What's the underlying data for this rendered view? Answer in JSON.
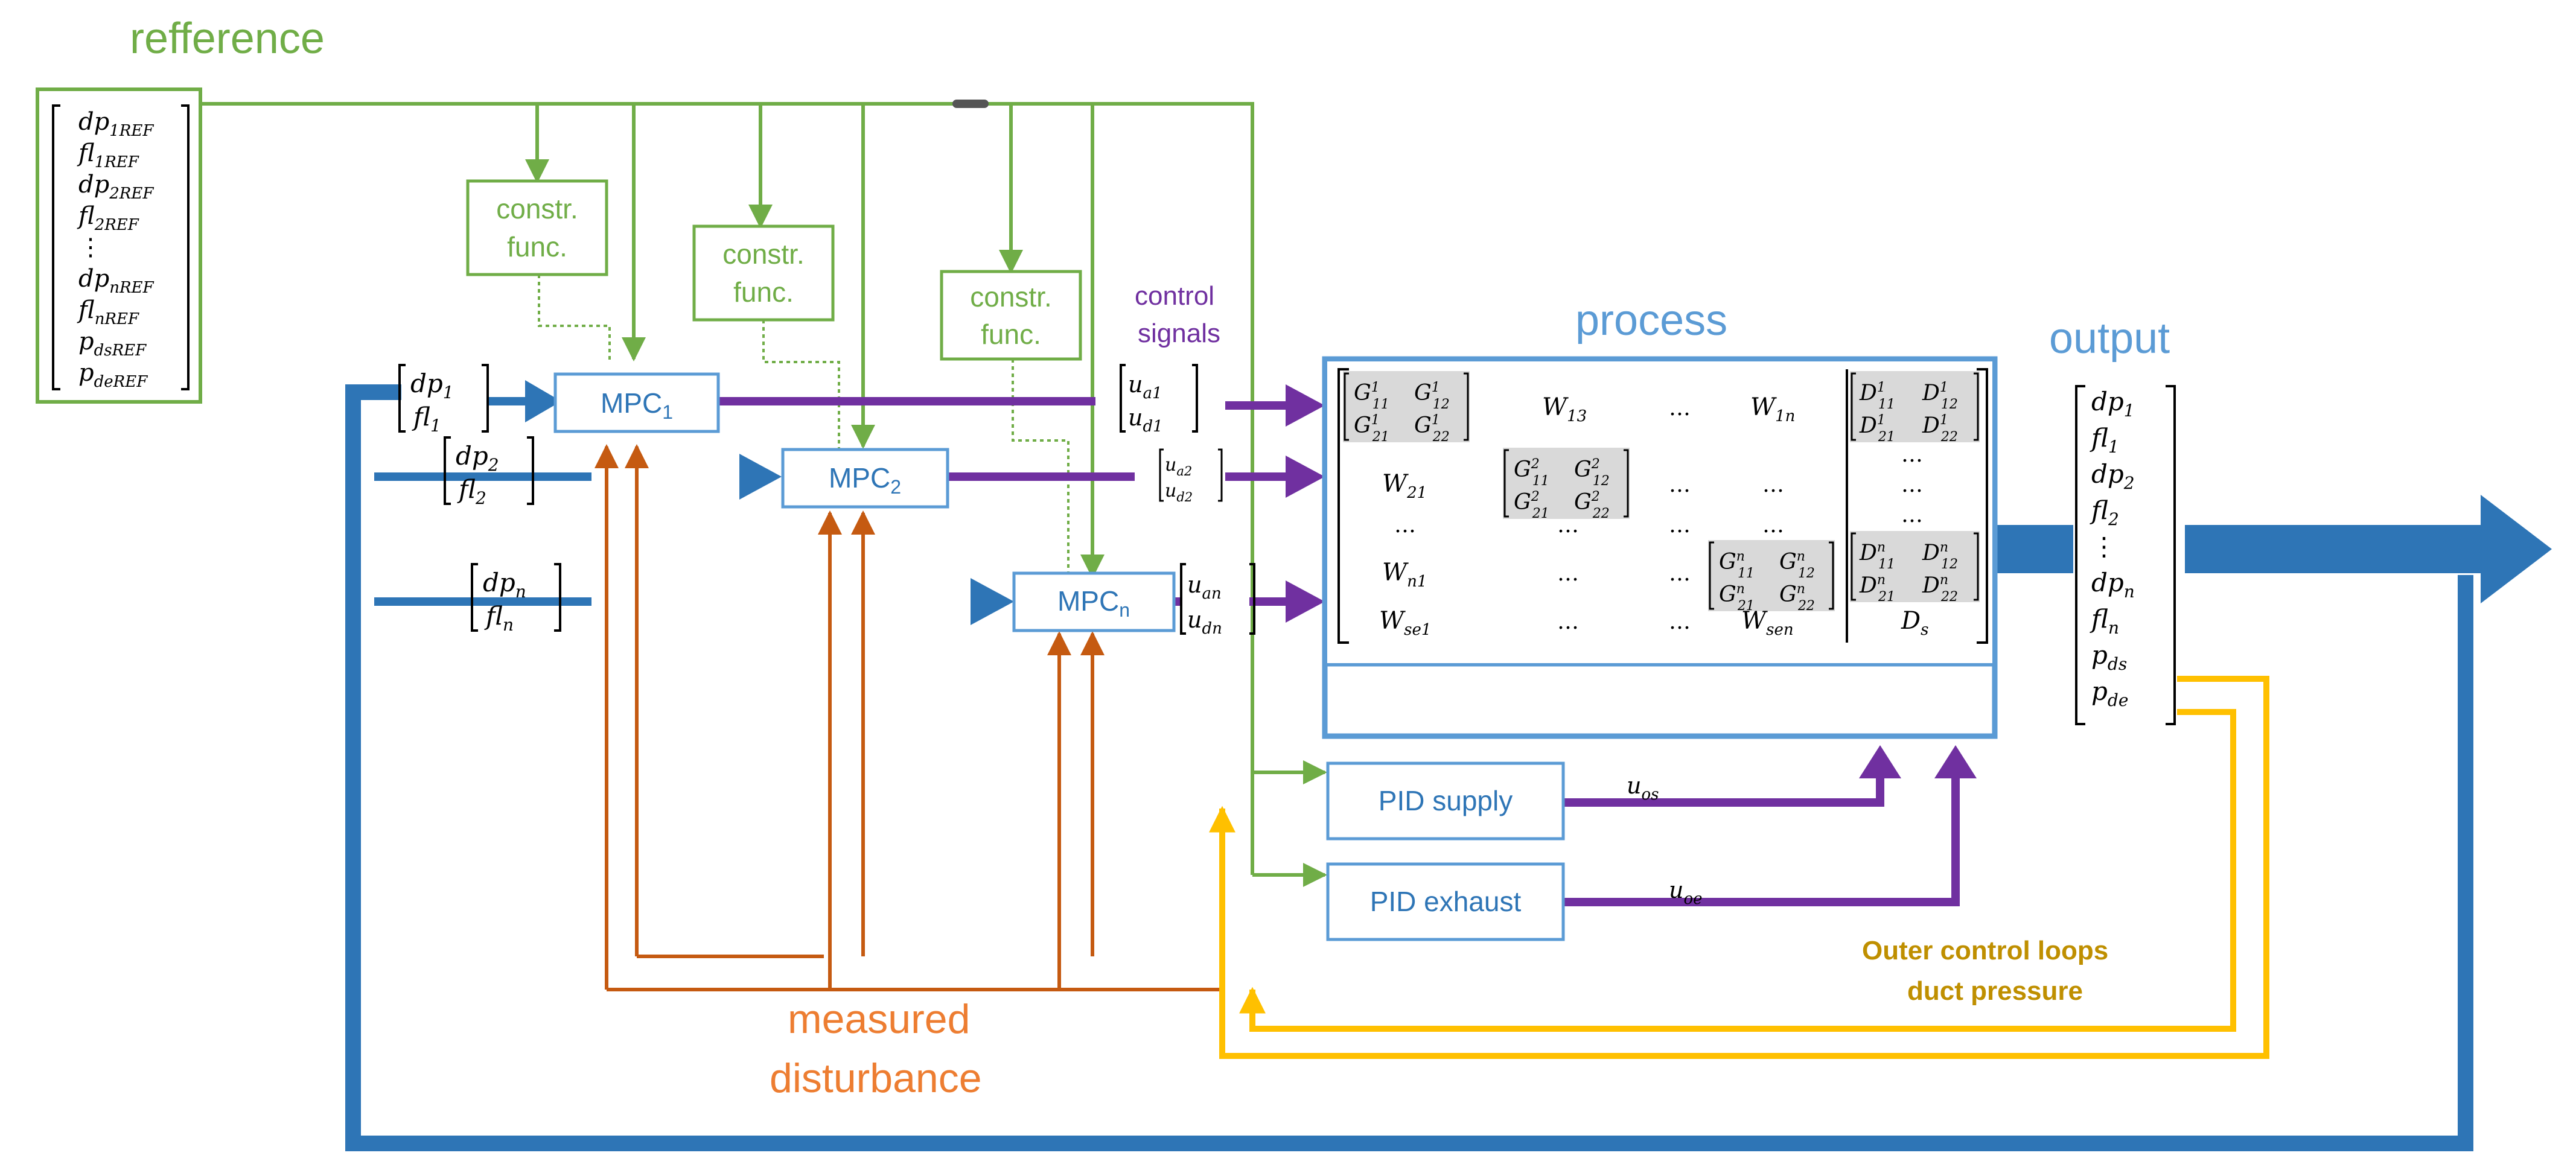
{
  "colors": {
    "green": "#70ad47",
    "blue": "#2e75b6",
    "light_blue": "#5b9bd5",
    "purple": "#7030a0",
    "orange": "#c55a11",
    "yellow": "#ffc000",
    "label_gold": "#bf8f00"
  },
  "labels": {
    "reference": "refference",
    "process": "process",
    "output": "output",
    "control_signals_1": "control",
    "control_signals_2": "signals",
    "measured_1": "measured",
    "measured_2": "disturbance",
    "outer_loops_1": "Outer control loops",
    "outer_loops_2": "duct pressure"
  },
  "reference_vector": [
    {
      "base": "dp",
      "sub": "1REF"
    },
    {
      "base": "fl",
      "sub": "1REF"
    },
    {
      "base": "dp",
      "sub": "2REF"
    },
    {
      "base": "fl",
      "sub": "2REF"
    },
    {
      "base": "⋮",
      "sub": ""
    },
    {
      "base": "dp",
      "sub": "nREF"
    },
    {
      "base": "fl",
      "sub": "nREF"
    },
    {
      "base": "p",
      "sub": "dsREF"
    },
    {
      "base": "p",
      "sub": "deREF"
    }
  ],
  "constraint_blocks": [
    {
      "line1": "constr.",
      "line2": "func."
    },
    {
      "line1": "constr.",
      "line2": "func."
    },
    {
      "line1": "constr.",
      "line2": "func."
    }
  ],
  "mpc_blocks": [
    {
      "base": "MPC",
      "sub": "1"
    },
    {
      "base": "MPC",
      "sub": "2"
    },
    {
      "base": "MPC",
      "sub": "n"
    }
  ],
  "zone_inputs": [
    {
      "dp": "1",
      "fl": "1"
    },
    {
      "dp": "2",
      "fl": "2"
    },
    {
      "dp": "n",
      "fl": "n"
    }
  ],
  "control_vectors": [
    {
      "a": "a1",
      "d": "d1"
    },
    {
      "a": "a2",
      "d": "d2"
    },
    {
      "a": "an",
      "d": "dn"
    }
  ],
  "pid_blocks": {
    "supply": "PID supply",
    "exhaust": "PID exhaust"
  },
  "pid_signals": {
    "supply": {
      "base": "u",
      "sub": "os"
    },
    "exhaust": {
      "base": "u",
      "sub": "oe"
    }
  },
  "process_matrix": {
    "rows": [
      [
        "G1",
        "W13",
        "…",
        "W1n",
        "D1"
      ],
      [
        "W21",
        "G2",
        "…",
        "…",
        "…"
      ],
      [
        "…",
        "…",
        "…",
        "…",
        "…"
      ],
      [
        "Wn1",
        "…",
        "…",
        "Gn",
        "Dn"
      ],
      [
        "Wse1",
        "…",
        "…",
        "Wsen",
        "Ds"
      ]
    ],
    "cells": {
      "w13": {
        "base": "W",
        "sub": "13"
      },
      "w1n": {
        "base": "W",
        "sub": "1n"
      },
      "w21": {
        "base": "W",
        "sub": "21"
      },
      "wn1": {
        "base": "W",
        "sub": "n1"
      },
      "wse1": {
        "base": "W",
        "sub": "se1"
      },
      "wsen": {
        "base": "W",
        "sub": "sen"
      },
      "ds": {
        "base": "D",
        "sub": "s"
      },
      "dots": "…",
      "vdots": "⋮"
    },
    "g_blocks": [
      {
        "sup": "1",
        "g11": "11",
        "g12": "12",
        "g21": "21",
        "g22": "22"
      },
      {
        "sup": "2",
        "g11": "11",
        "g12": "12",
        "g21": "21",
        "g22": "22"
      },
      {
        "sup": "n",
        "g11": "11",
        "g12": "12",
        "g21": "21",
        "g22": "22"
      }
    ],
    "d_blocks": [
      {
        "sup": "1"
      },
      {
        "sup": "n"
      }
    ]
  },
  "output_vector": [
    {
      "base": "dp",
      "sub": "1"
    },
    {
      "base": "fl",
      "sub": "1"
    },
    {
      "base": "dp",
      "sub": "2"
    },
    {
      "base": "fl",
      "sub": "2"
    },
    {
      "base": "⋮",
      "sub": ""
    },
    {
      "base": "dp",
      "sub": "n"
    },
    {
      "base": "fl",
      "sub": "n"
    },
    {
      "base": "p",
      "sub": "ds"
    },
    {
      "base": "p",
      "sub": "de"
    }
  ]
}
